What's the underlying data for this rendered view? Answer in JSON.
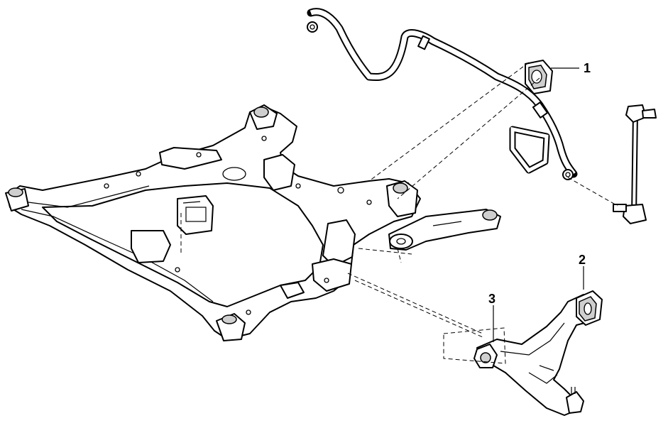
{
  "callouts": [
    {
      "id": "callout-1",
      "label": "1"
    },
    {
      "id": "callout-2",
      "label": "2"
    },
    {
      "id": "callout-3",
      "label": "3"
    }
  ]
}
